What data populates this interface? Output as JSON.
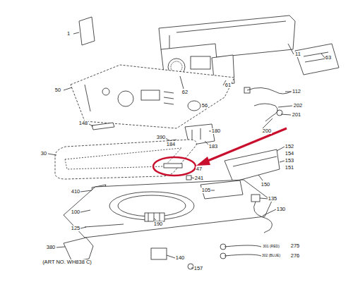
{
  "diagram": {
    "labels": [
      "1",
      "11",
      "63",
      "50",
      "62",
      "61",
      "112",
      "56",
      "202",
      "201",
      "200",
      "148",
      "390",
      "184",
      "180",
      "183",
      "30",
      "152",
      "154",
      "153",
      "151",
      "47",
      "150",
      "241",
      "410",
      "105",
      "135",
      "100",
      "130",
      "190",
      "125",
      "380",
      "(ART NO. WH838 C)",
      "140",
      "157",
      "301 (RED)",
      "275",
      "302 (BLUE)",
      "276"
    ]
  }
}
